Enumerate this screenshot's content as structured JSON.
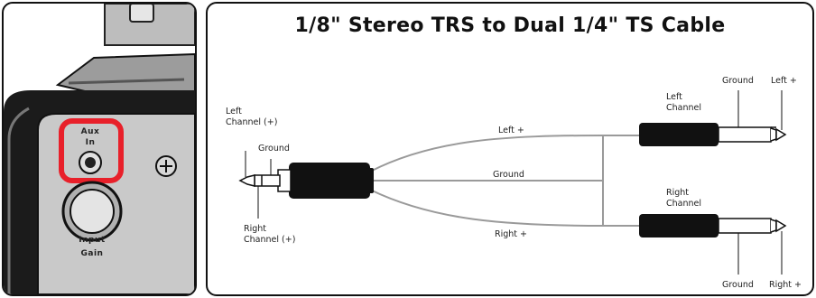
{
  "diagram": {
    "title": "1/8\" Stereo TRS to Dual 1/4\" TS Cable",
    "device": {
      "aux_label_line1": "Aux",
      "aux_label_line2": "In",
      "input_gain_line1": "Input",
      "input_gain_line2": "Gain"
    },
    "trs_plug": {
      "left_channel_line1": "Left",
      "left_channel_line2": "Channel (+)",
      "ground": "Ground",
      "right_channel_line1": "Right",
      "right_channel_line2": "Channel (+)"
    },
    "wires": {
      "left": "Left +",
      "ground": "Ground",
      "right": "Right +"
    },
    "ts_left_plug": {
      "channel_line1": "Left",
      "channel_line2": "Channel",
      "ground": "Ground",
      "tip": "Left +"
    },
    "ts_right_plug": {
      "channel_line1": "Right",
      "channel_line2": "Channel",
      "ground": "Ground",
      "tip": "Right +"
    },
    "colors": {
      "highlight": "#e8202a",
      "cable": "#9a9a9a",
      "plug_body": "#111111"
    }
  }
}
